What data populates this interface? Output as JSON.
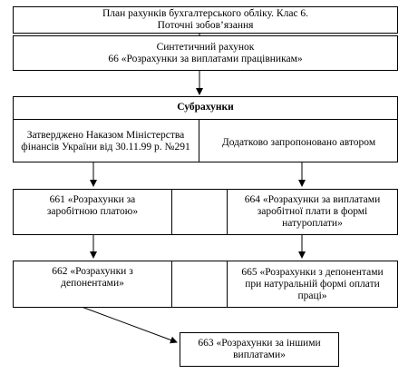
{
  "diagram": {
    "header": {
      "line1": "План рахунків бухгалтерського обліку. Клас 6.",
      "line2": "Поточні зобов’язання"
    },
    "synthetic": {
      "line1": "Синтетичний рахунок",
      "line2": "66 «Розрахунки за виплатами працівникам»"
    },
    "subaccounts": {
      "title": "Субрахунки",
      "left": {
        "line1": "Затверджено Наказом Міністерства",
        "line2": "фінансів України від 30.11.99 р.",
        "line3": "№291"
      },
      "right": "Додатково запропоновано автором"
    },
    "row1": {
      "left": {
        "line1": "661 «Розрахунки за",
        "line2": "заробітною платою»"
      },
      "right": {
        "line1": "664 «Розрахунки за виплатами",
        "line2": "заробітної плати в формі",
        "line3": "натуроплати»"
      }
    },
    "row2": {
      "left": {
        "line1": "662 «Розрахунки з",
        "line2": "депонентами»"
      },
      "right": {
        "line1": "665 «Розрахунки з депонентами",
        "line2": "при натуральній формі оплати",
        "line3": "праці»"
      }
    },
    "final": {
      "line1": "663 «Розрахунки за іншими",
      "line2": "виплатами»"
    }
  }
}
